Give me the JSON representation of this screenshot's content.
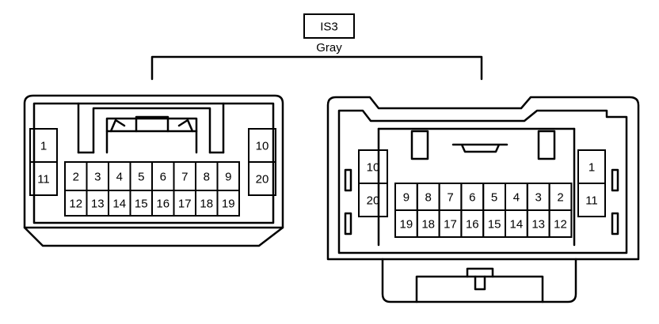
{
  "connector": {
    "id": "IS3",
    "color": "Gray"
  },
  "left_connector": {
    "side_left": [
      "1",
      "11"
    ],
    "side_right": [
      "10",
      "20"
    ],
    "top_row": [
      "2",
      "3",
      "4",
      "5",
      "6",
      "7",
      "8",
      "9"
    ],
    "bottom_row": [
      "12",
      "13",
      "14",
      "15",
      "16",
      "17",
      "18",
      "19"
    ]
  },
  "right_connector": {
    "side_left": [
      "10",
      "20"
    ],
    "side_right": [
      "1",
      "11"
    ],
    "top_row": [
      "9",
      "8",
      "7",
      "6",
      "5",
      "4",
      "3",
      "2"
    ],
    "bottom_row": [
      "19",
      "18",
      "17",
      "16",
      "15",
      "14",
      "13",
      "12"
    ]
  }
}
